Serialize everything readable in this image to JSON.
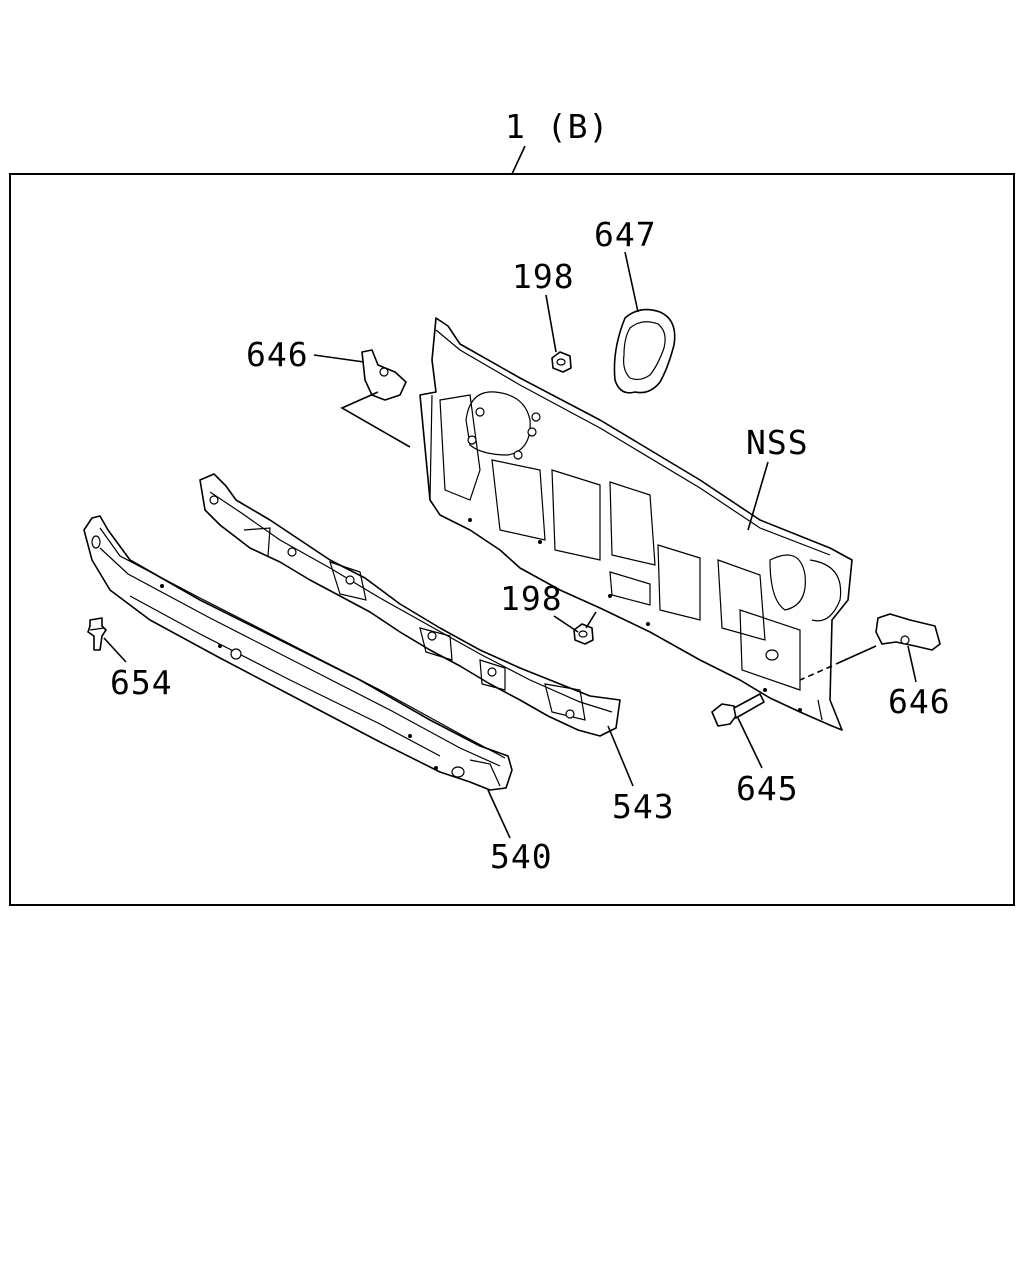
{
  "diagram": {
    "assembly_label": "1 (B)",
    "callouts": {
      "p647": "647",
      "p198_top": "198",
      "p646_left": "646",
      "nss": "NSS",
      "p198_mid": "198",
      "p654": "654",
      "p646_right": "646",
      "p645": "645",
      "p543": "543",
      "p540": "540"
    }
  },
  "colors": {
    "line": "#000000",
    "background": "#ffffff"
  }
}
